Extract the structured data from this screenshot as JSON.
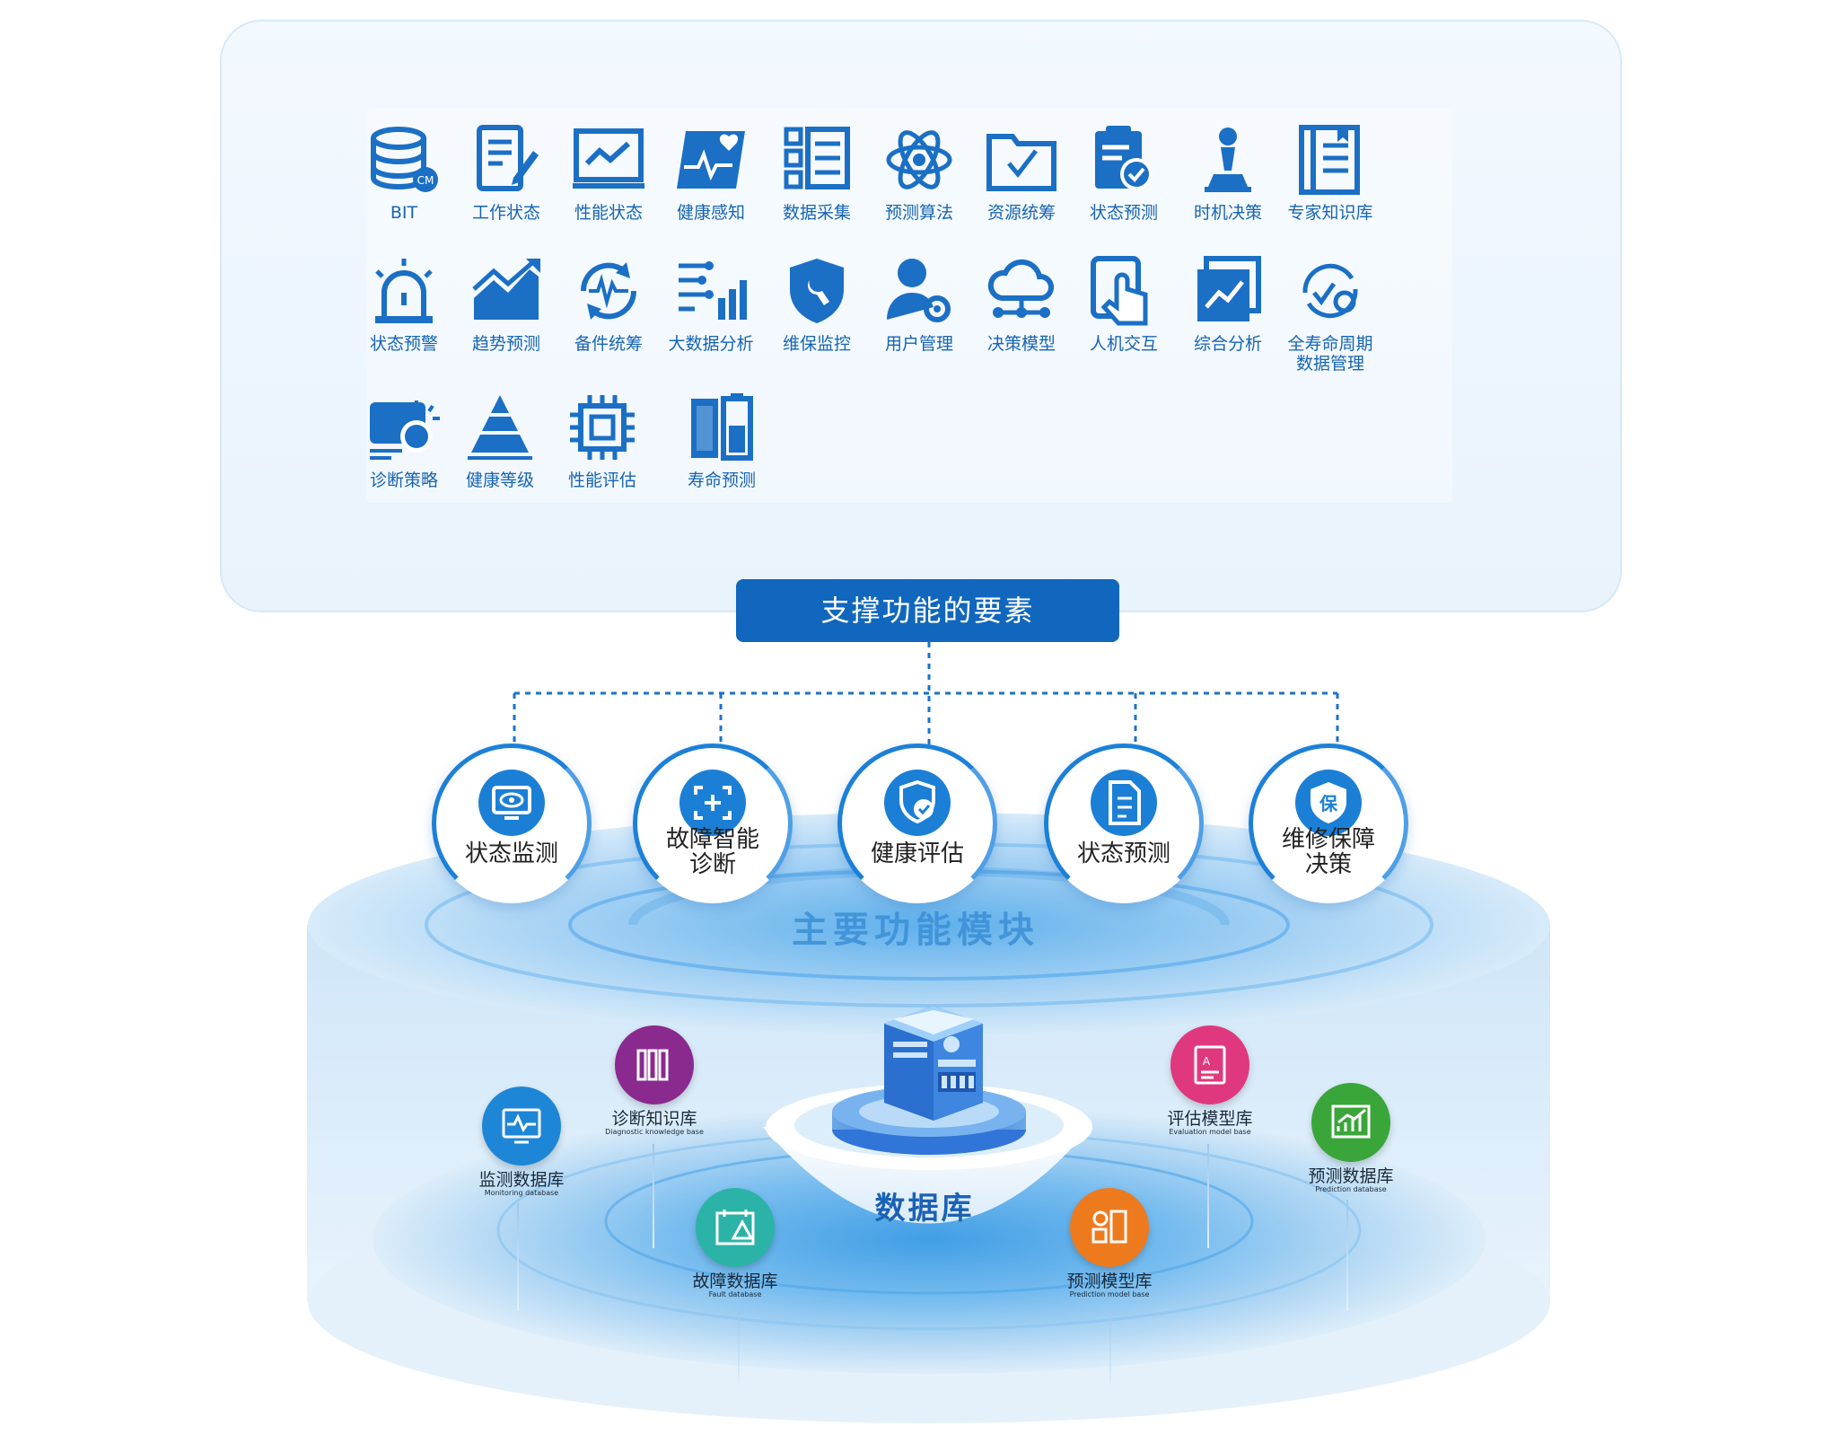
{
  "functions": [
    {
      "label": "BIT",
      "icon": "database-cm-icon"
    },
    {
      "label": "工作状态",
      "icon": "document-edit-icon"
    },
    {
      "label": "性能状态",
      "icon": "monitor-chart-icon"
    },
    {
      "label": "健康感知",
      "icon": "heart-pulse-icon"
    },
    {
      "label": "数据采集",
      "icon": "data-list-icon"
    },
    {
      "label": "预测算法",
      "icon": "atom-icon"
    },
    {
      "label": "资源统筹",
      "icon": "folder-check-icon"
    },
    {
      "label": "状态预测",
      "icon": "clipboard-check-icon"
    },
    {
      "label": "时机决策",
      "icon": "chess-pawn-icon"
    },
    {
      "label": "专家知识库",
      "icon": "book-icon"
    },
    {
      "label": "状态预警",
      "icon": "alarm-icon"
    },
    {
      "label": "趋势预测",
      "icon": "trend-up-icon"
    },
    {
      "label": "备件统筹",
      "icon": "cycle-wave-icon"
    },
    {
      "label": "大数据分析",
      "icon": "bigdata-icon"
    },
    {
      "label": "维保监控",
      "icon": "shield-wrench-icon"
    },
    {
      "label": "用户管理",
      "icon": "user-gear-icon"
    },
    {
      "label": "决策模型",
      "icon": "cloud-network-icon"
    },
    {
      "label": "人机交互",
      "icon": "touch-hand-icon"
    },
    {
      "label": "综合分析",
      "icon": "analysis-chart-icon"
    },
    {
      "label": "全寿命周期\n数据管理",
      "icon": "lifecycle-gear-icon"
    },
    {
      "label": "诊断策略",
      "icon": "bulb-strategy-icon"
    },
    {
      "label": "健康等级",
      "icon": "pyramid-icon"
    },
    {
      "label": "性能评估",
      "icon": "chip-icon"
    },
    {
      "label": "寿命预测",
      "icon": "battery-icon"
    }
  ],
  "support_title": "支撑功能的要素",
  "module_title": "主要功能模块",
  "modules": [
    {
      "label": "状态监测",
      "icon": "eye-monitor-icon"
    },
    {
      "label": "故障智能\n诊断",
      "icon": "focus-plus-icon"
    },
    {
      "label": "健康评估",
      "icon": "shield-check-icon"
    },
    {
      "label": "状态预测",
      "icon": "document-icon"
    },
    {
      "label": "维修保障\n决策",
      "icon": "shield-bao-icon"
    }
  ],
  "module_icon_text": "保",
  "center_db": "数据库",
  "databases": [
    {
      "name": "监测数据库",
      "en": "Monitoring database",
      "color": "#1e86d6",
      "icon": "monitor-wave-icon"
    },
    {
      "name": "诊断知识库",
      "en": "Diagnostic knowledge base",
      "color": "#8a2a8f",
      "icon": "books-icon"
    },
    {
      "name": "故障数据库",
      "en": "Fault database",
      "color": "#2bb3a7",
      "icon": "calendar-warning-icon"
    },
    {
      "name": "预测模型库",
      "en": "Prediction model base",
      "color": "#ee7a1e",
      "icon": "model-blocks-icon"
    },
    {
      "name": "评估模型库",
      "en": "Evaluation model base",
      "color": "#e0387f",
      "icon": "doc-grade-icon"
    },
    {
      "name": "预测数据库",
      "en": "Prediction database",
      "color": "#3aa63a",
      "icon": "bar-trend-icon"
    }
  ],
  "colors": {
    "primary": "#1167bd",
    "panel": "#eaf4fc",
    "cylinder": "#cfe6f8"
  }
}
